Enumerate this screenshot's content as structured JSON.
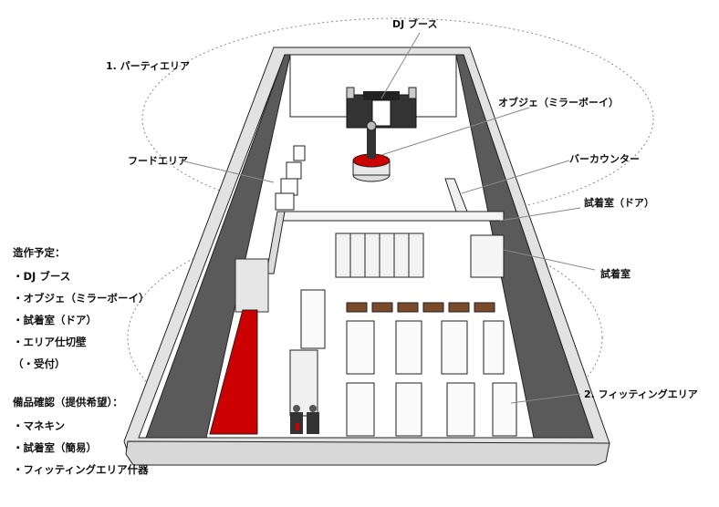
{
  "labels": {
    "dj_booth": "DJ ブース",
    "party_area": "1. パーティエリア",
    "object": "オブジェ（ミラーボーイ）",
    "food_area": "フードエリア",
    "bar_counter": "バーカウンター",
    "fitting_door": "試着室（ドア）",
    "fitting_room": "試着室",
    "fitting_area": "2. フィッティングエリア"
  },
  "construction": {
    "heading": "造作予定：",
    "items": [
      "・DJ ブース",
      "・オブジェ（ミラーボーイ）",
      "・試着室（ドア）",
      "・エリア仕切壁",
      "（・受付）"
    ]
  },
  "equipment": {
    "heading": "備品確認（提供希望）：",
    "items": [
      "・マネキン",
      "・試着室（簡易）",
      "・フィッティングエリア什器"
    ]
  },
  "colors": {
    "wall_dark": "#5a5a5a",
    "wall_edge": "#c8c8c8",
    "carpet": "#cc0000",
    "floor": "#ffffff",
    "outline": "#222222"
  }
}
